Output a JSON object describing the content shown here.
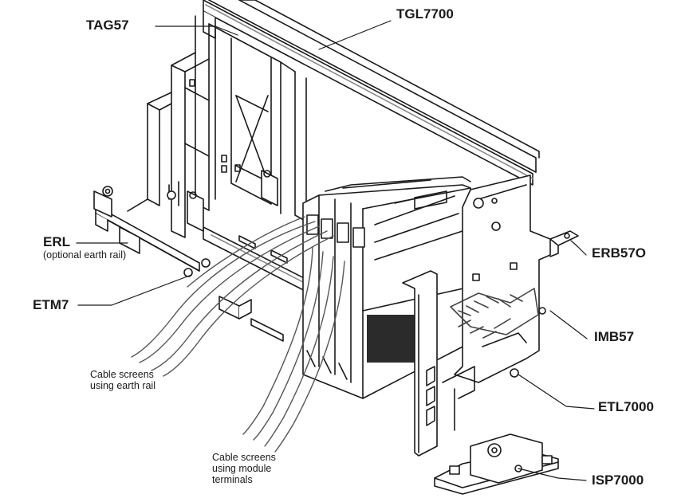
{
  "labels": {
    "tag57": "TAG57",
    "tgl7700": "TGL7700",
    "erl": "ERL",
    "erl_sub": "(optional earth rail)",
    "etm7": "ETM7",
    "erb57o": "ERB57O",
    "imb57": "IMB57",
    "etl7000": "ETL7000",
    "isp7000": "ISP7000"
  },
  "captions": {
    "earth_rail": [
      "Cable screens",
      "using earth rail"
    ],
    "module_terminals": [
      "Cable screens",
      "using module",
      "terminals"
    ]
  },
  "colors": {
    "ink": "#1a1a1a",
    "shade": "#8a8a8a",
    "dark": "#2b2b2b",
    "fill": "#ffffff"
  }
}
